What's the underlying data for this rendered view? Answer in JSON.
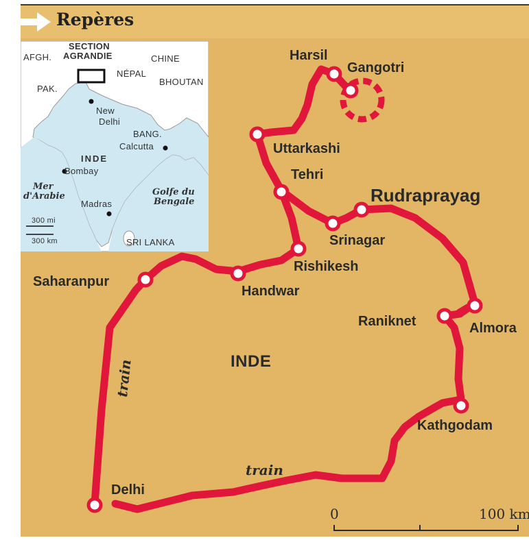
{
  "header": {
    "title": "Repères"
  },
  "inset": {
    "section_label_line1": "SECTION",
    "section_label_line2": "AGRANDIE",
    "countries": {
      "afgh": "AFGH.",
      "pak": "PAK.",
      "chine": "CHINE",
      "nepal": "NÉPAL",
      "bhoutan": "BHOUTAN",
      "bang": "BANG.",
      "inde": "INDE",
      "sri_lanka": "SRI LANKA"
    },
    "cities": {
      "new_delhi_line1": "New",
      "new_delhi_line2": "Delhi",
      "calcutta": "Calcutta",
      "bombay": "Bombay",
      "madras": "Madras"
    },
    "seas": {
      "mer_line1": "Mer",
      "mer_line2": "d'Arabie",
      "golfe_line1": "Golfe du",
      "golfe_line2": "Bengale"
    },
    "scale": {
      "mi": "300 mi",
      "km": "300 km"
    }
  },
  "map": {
    "country": "INDE",
    "places": {
      "harsil": "Harsil",
      "gangotri": "Gangotri",
      "uttarkashi": "Uttarkashi",
      "tehri": "Tehri",
      "rudraprayag": "Rudraprayag",
      "srinagar": "Srinagar",
      "rishikesh": "Rishikesh",
      "saharanpur": "Saharanpur",
      "handwar": "Handwar",
      "raniknet": "Raniknet",
      "almora": "Almora",
      "kathgodam": "Kathgodam",
      "delhi": "Delhi"
    },
    "route_labels": {
      "train_vertical": "train",
      "train_horizontal": "train"
    },
    "scale": {
      "zero": "0",
      "hundred": "100 km"
    }
  },
  "colors": {
    "land": "#e3b665",
    "route": "#e0173b",
    "inset_sea": "#cfe8f2",
    "inset_land": "#ffffff"
  }
}
